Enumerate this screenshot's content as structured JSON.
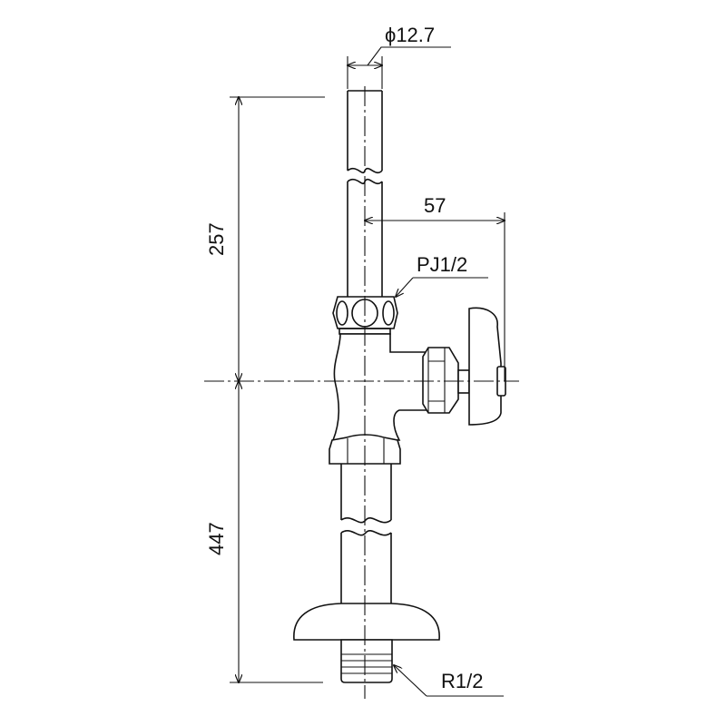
{
  "drawing": {
    "dimensions": {
      "pipe_diameter": "ϕ12.7",
      "upper_height": "257",
      "lower_height": "447",
      "handle_offset": "57"
    },
    "callouts": {
      "top_connection": "PJ1/2",
      "bottom_thread": "R1/2"
    },
    "line_color": "#111111"
  }
}
